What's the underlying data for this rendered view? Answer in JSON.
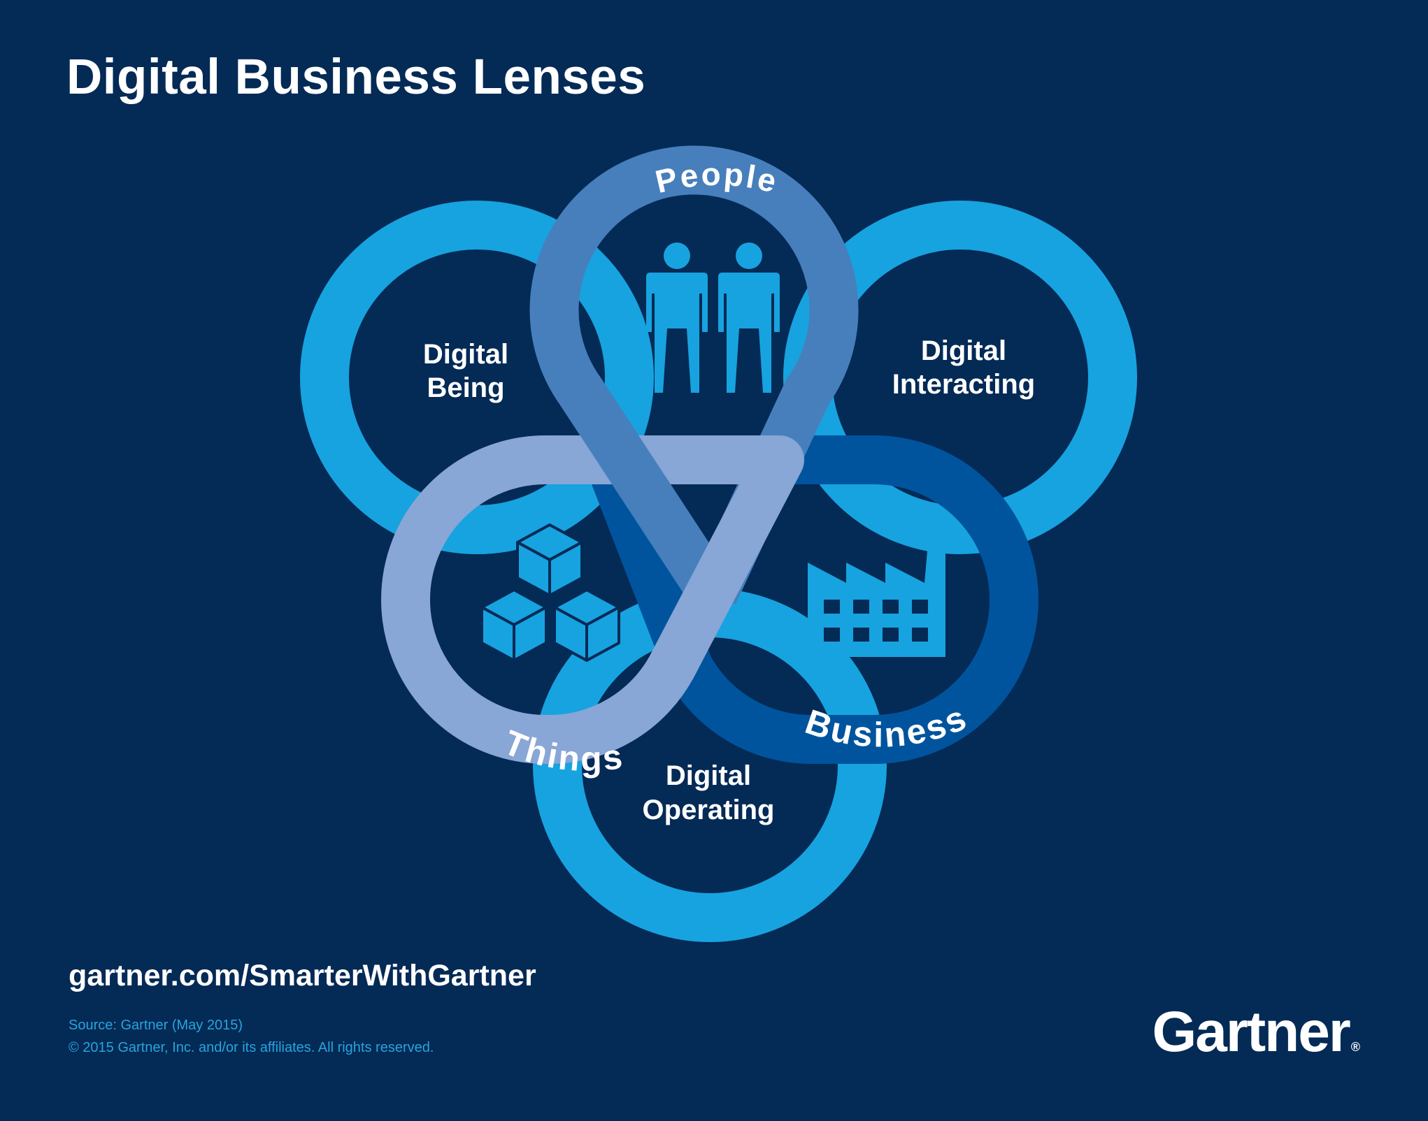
{
  "title": "Digital Business Lenses",
  "lenses": {
    "people": "People",
    "things": "Things",
    "business": "Business"
  },
  "moments": {
    "being_line1": "Digital",
    "being_line2": "Being",
    "interacting_line1": "Digital",
    "interacting_line2": "Interacting",
    "operating_line1": "Digital",
    "operating_line2": "Operating"
  },
  "icons": {
    "people": "people-icon",
    "things": "cubes-icon",
    "business": "factory-icon"
  },
  "colors": {
    "background": "#042a56",
    "moment_ring": "#17a3df",
    "people_ring": "#467fbc",
    "things_ring": "#88a6d6",
    "business_ring": "#00549e",
    "icon": "#17a3df"
  },
  "footer": {
    "url": "gartner.com/SmarterWithGartner",
    "source": "Source: Gartner (May 2015)",
    "copyright": "© 2015 Gartner, Inc. and/or its affiliates. All rights reserved."
  },
  "logo": {
    "text": "Gartner",
    "mark": "®"
  }
}
